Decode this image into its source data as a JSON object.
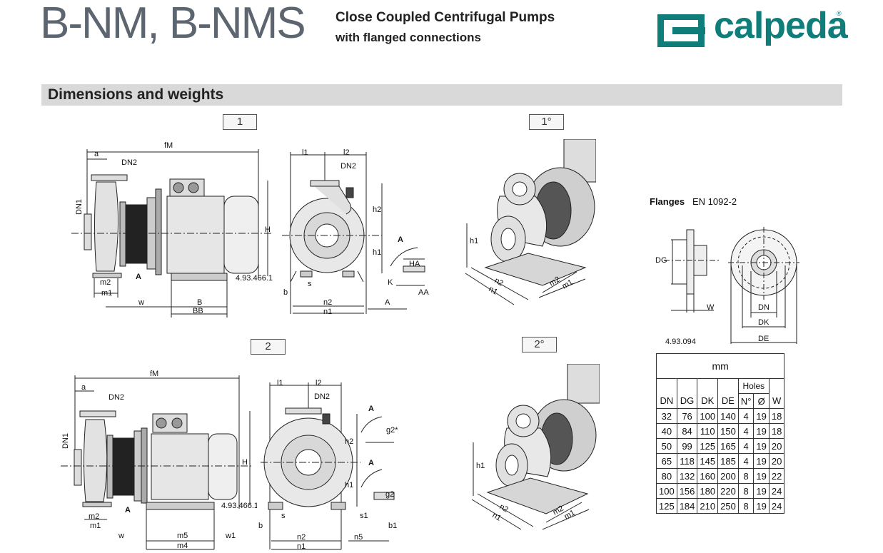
{
  "header": {
    "model": "B-NM, B-NMS",
    "subtitle_line1": "Close Coupled Centrifugal Pumps",
    "subtitle_line2": "with flanged connections",
    "brand": "calpeda",
    "brand_mark": "®",
    "brand_color": "#0f7d7a"
  },
  "section": {
    "title": "Dimensions and weights"
  },
  "figures": {
    "fig1": "1",
    "fig1b": "1°",
    "fig2": "2",
    "fig2b": "2°"
  },
  "drawing_labels": {
    "fM": "fM",
    "a": "a",
    "DN2": "DN2",
    "DN1": "DN1",
    "H": "H",
    "A": "A",
    "m2": "m2",
    "m1": "m1",
    "w": "w",
    "B": "B",
    "BB": "BB",
    "code1": "4.93.466.1",
    "l1": "l1",
    "l2": "l2",
    "h2": "h2",
    "h1": "h1",
    "b": "b",
    "s": "s",
    "n2": "n2",
    "n1": "n1",
    "K": "K",
    "HA": "HA",
    "AA": "AA",
    "m5": "m5",
    "m4": "m4",
    "w1": "w1",
    "n5": "n5",
    "s1": "s1",
    "b1": "b1",
    "g2": "g2",
    "g2star": "g2*",
    "code2": "4.93.466.1",
    "DG": "DG",
    "W": "W",
    "DN": "DN",
    "DK": "DK",
    "DE": "DE",
    "code3": "4.93.094"
  },
  "flanges": {
    "label": "Flanges",
    "standard": "EN 1092-2"
  },
  "table": {
    "unit": "mm",
    "holes_header": "Holes",
    "columns": [
      "DN",
      "DG",
      "DK",
      "DE",
      "N°",
      "Ø",
      "W"
    ],
    "rows": [
      [
        "32",
        "76",
        "100",
        "140",
        "4",
        "19",
        "18"
      ],
      [
        "40",
        "84",
        "110",
        "150",
        "4",
        "19",
        "18"
      ],
      [
        "50",
        "99",
        "125",
        "165",
        "4",
        "19",
        "20"
      ],
      [
        "65",
        "118",
        "145",
        "185",
        "4",
        "19",
        "20"
      ],
      [
        "80",
        "132",
        "160",
        "200",
        "8",
        "19",
        "22"
      ],
      [
        "100",
        "156",
        "180",
        "220",
        "8",
        "19",
        "24"
      ],
      [
        "125",
        "184",
        "210",
        "250",
        "8",
        "19",
        "24"
      ]
    ]
  }
}
